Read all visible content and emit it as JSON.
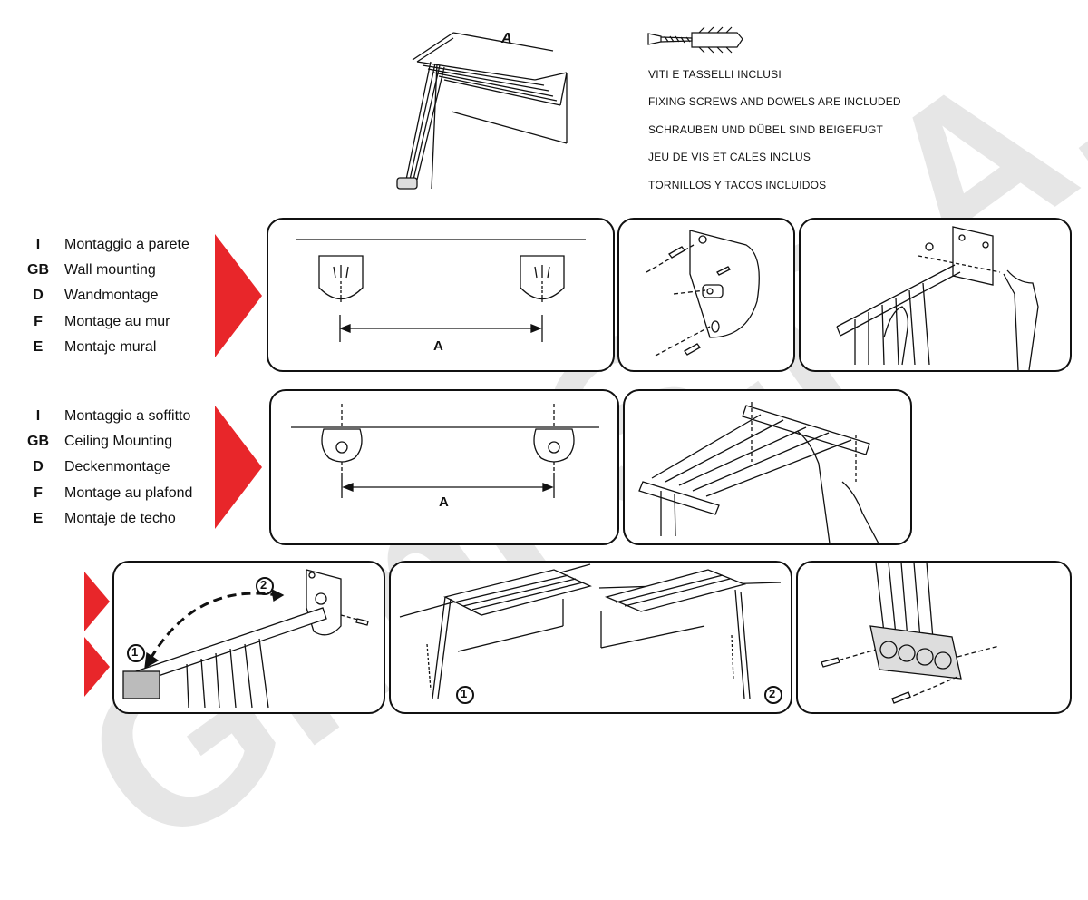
{
  "watermark": {
    "text": "Gimi S.p.A."
  },
  "top_diagram": {
    "dimension_label": "A"
  },
  "fixings_note": {
    "icon": "screw-dowel-icon",
    "lines": [
      "VITI E TASSELLI INCLUSI",
      "FIXING SCREWS AND DOWELS ARE INCLUDED",
      "SCHRAUBEN UND DÜBEL SIND BEIGEFUGT",
      "JEU DE VIS ET CALES INCLUS",
      "TORNILLOS Y TACOS INCLUIDOS"
    ]
  },
  "wall_mounting": {
    "labels": [
      {
        "code": "I",
        "text": "Montaggio a parete"
      },
      {
        "code": "GB",
        "text": "Wall mounting"
      },
      {
        "code": "D",
        "text": "Wandmontage"
      },
      {
        "code": "F",
        "text": "Montage au mur"
      },
      {
        "code": "E",
        "text": "Montaje mural"
      }
    ],
    "dimension_label": "A"
  },
  "ceiling_mounting": {
    "labels": [
      {
        "code": "I",
        "text": "Montaggio a soffitto"
      },
      {
        "code": "GB",
        "text": "Ceiling Mounting"
      },
      {
        "code": "D",
        "text": "Deckenmontage"
      },
      {
        "code": "F",
        "text": "Montage au plafond"
      },
      {
        "code": "E",
        "text": "Montaje de techo"
      }
    ],
    "dimension_label": "A"
  },
  "steps": {
    "assembly": [
      "1",
      "2"
    ],
    "adjust": [
      "1",
      "2"
    ]
  },
  "colors": {
    "accent": "#e8262a",
    "line": "#111111",
    "watermark": "#e6e6e6"
  }
}
